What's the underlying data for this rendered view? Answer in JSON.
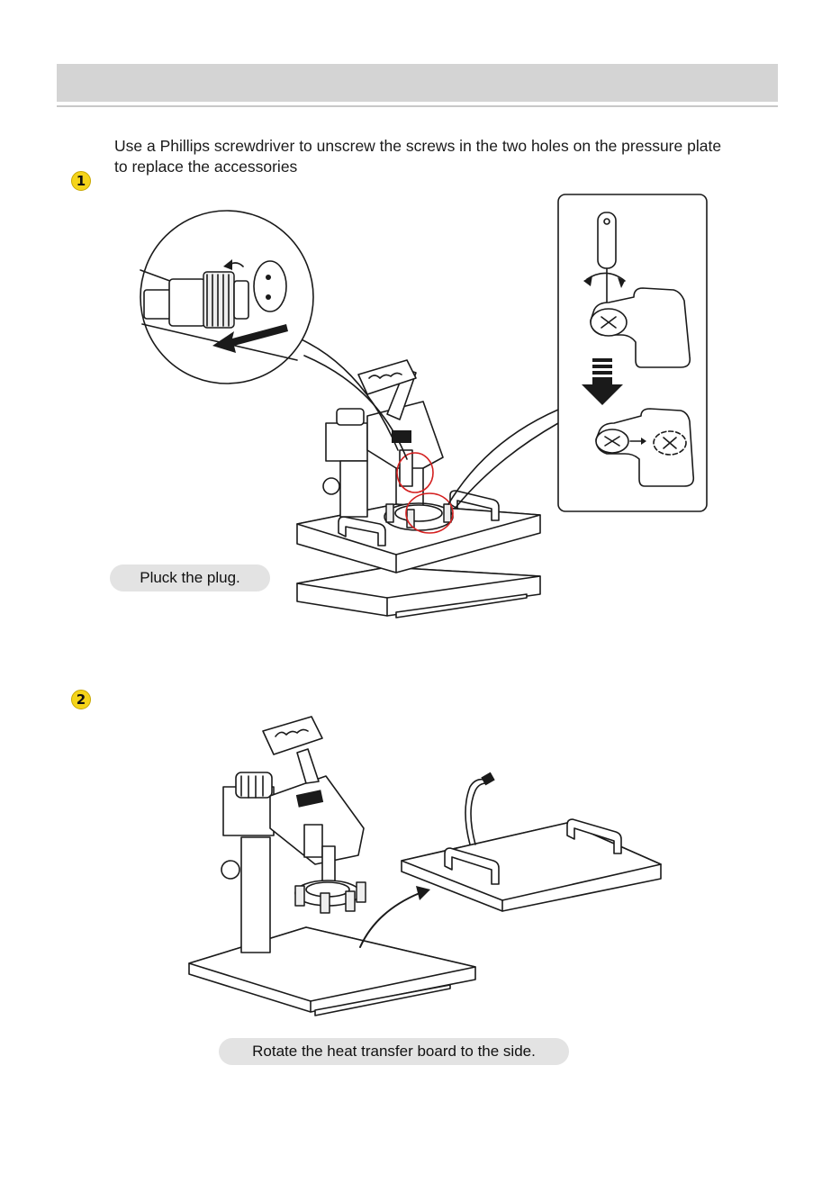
{
  "step1": {
    "number": "1",
    "instruction": "Use a Phillips screwdriver to unscrew the screws in the two holes on the pressure plate to replace the accessories",
    "caption": "Pluck the plug."
  },
  "step2": {
    "number": "2",
    "caption": "Rotate the heat transfer board to the side."
  },
  "colors": {
    "header_bar": "#d4d4d4",
    "step_badge": "#f5d41a",
    "caption_pill": "#e3e3e3",
    "highlight_circle": "#d42020"
  },
  "icons": [
    "screwdriver-icon",
    "down-arrow-icon",
    "rotate-arrow-icon",
    "screw-icon"
  ]
}
